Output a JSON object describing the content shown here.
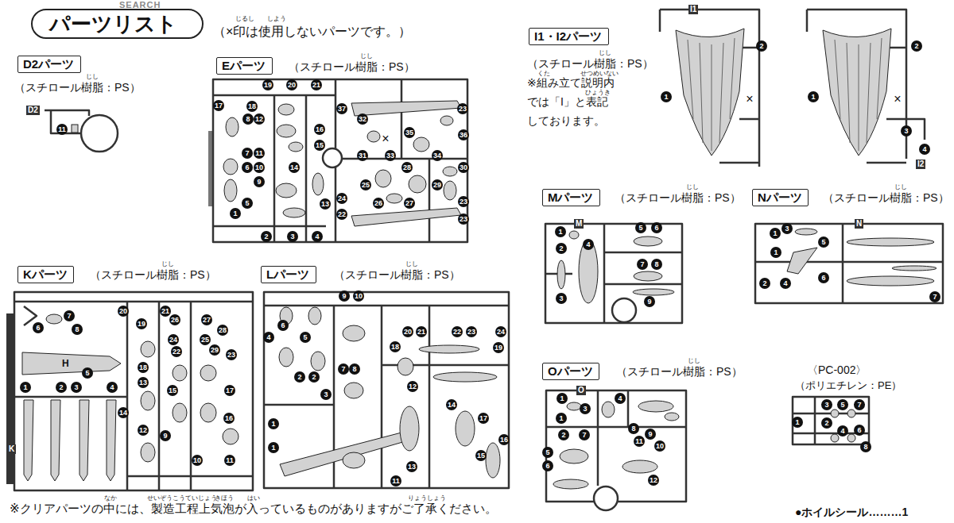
{
  "diagram": {
    "title": "パーツリスト",
    "nodes": [
      {
        "text": [
          "D2パーツ"
        ]
      },
      {
        "text": [
          "Eパーツ"
        ]
      },
      {
        "text": [
          "I1・I2パーツ"
        ]
      },
      {
        "text": [
          "Mパーツ"
        ]
      },
      {
        "text": [
          "Nパーツ"
        ]
      },
      {
        "text": [
          "Kパーツ"
        ]
      },
      {
        "text": [
          "Lパーツ"
        ]
      },
      {
        "text": [
          "Oパーツ"
        ]
      }
    ],
    "labels": [
      "SEARCH",
      "（×印は使用しないパーツです。）",
      "じるし",
      "しよう",
      "（スチロール樹脂：PS）",
      "じし",
      "D2",
      "11",
      "（スチロール樹脂：PS）",
      "じし",
      "19",
      "20",
      "21",
      "17",
      "18",
      "8",
      "12",
      "16",
      "15",
      "7",
      "11",
      "6",
      "10",
      "14",
      "9",
      "5",
      "13",
      "1",
      "2",
      "3",
      "4",
      "37",
      "32",
      "×",
      "33",
      "35",
      "36",
      "23",
      "31",
      "34",
      "28",
      "30",
      "25",
      "29",
      "24",
      "26",
      "27",
      "23",
      "22",
      "23",
      "（スチロール樹脂：PS）",
      "じし",
      "※組み立て説明内 では「I」と表記 しております。",
      "くた",
      "せつめいない",
      "ひょうき",
      "I1",
      "1",
      "2",
      "×",
      "1",
      "2",
      "×",
      "3",
      "4",
      "I2",
      "（スチロール樹脂：PS）",
      "じし",
      "M",
      "1",
      "4",
      "5",
      "6",
      "2",
      "7",
      "8",
      "3",
      "9",
      "（スチロール樹脂：PS）",
      "じし",
      "N",
      "1",
      "3",
      "5",
      "1",
      "2",
      "4",
      "6",
      "7",
      "（スチロール樹脂：PS）",
      "じし",
      "K",
      "H",
      "6",
      "7",
      "8",
      "20",
      "19",
      "21",
      "26",
      "27",
      "28",
      "24",
      "25",
      "29",
      "23",
      "22",
      "18",
      "5",
      "13",
      "15",
      "17",
      "1",
      "2",
      "3",
      "4",
      "14",
      "16",
      "12",
      "9",
      "10",
      "11",
      "（スチロール樹脂：PS）",
      "じし",
      "9",
      "10",
      "6",
      "4",
      "5",
      "20",
      "21",
      "22",
      "23",
      "24",
      "18",
      "19",
      "7",
      "8",
      "2",
      "2",
      "3",
      "12",
      "14",
      "17",
      "1",
      "13",
      "15",
      "16",
      "1",
      "11",
      "（スチロール樹脂：PS）",
      "じし",
      "O",
      "1",
      "3",
      "4",
      "1",
      "2",
      "7",
      "8",
      "9",
      "11",
      "10",
      "5",
      "6",
      "12",
      "〈PC-002〉",
      "（ポリエチレン：PE）",
      "3",
      "5",
      "7",
      "1",
      "2",
      "4",
      "6",
      "8",
      "※クリアパーツの中には、製造工程上気泡が入っているものがありますがご了承ください。",
      "なか",
      "せいぞうこうていじょう",
      "きほう",
      "はい",
      "りょうしょう",
      "●ホイルシール………1"
    ]
  }
}
